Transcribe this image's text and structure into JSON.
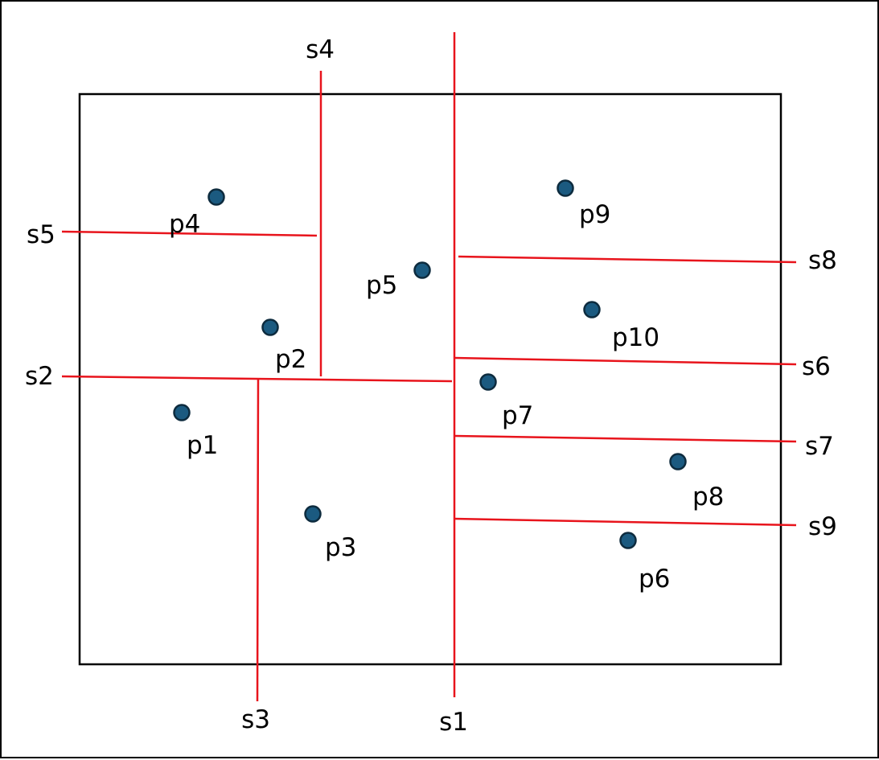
{
  "diagram": {
    "colors": {
      "split_line": "#e8141c",
      "point_fill": "#1b5a80",
      "point_stroke": "#0d2b3e",
      "frame": "#000000"
    },
    "split_labels": {
      "s1": "s1",
      "s2": "s2",
      "s3": "s3",
      "s4": "s4",
      "s5": "s5",
      "s6": "s6",
      "s7": "s7",
      "s8": "s8",
      "s9": "s9"
    },
    "point_labels": {
      "p1": "p1",
      "p2": "p2",
      "p3": "p3",
      "p4": "p4",
      "p5": "p5",
      "p6": "p6",
      "p7": "p7",
      "p8": "p8",
      "p9": "p9",
      "p10": "p10"
    }
  }
}
